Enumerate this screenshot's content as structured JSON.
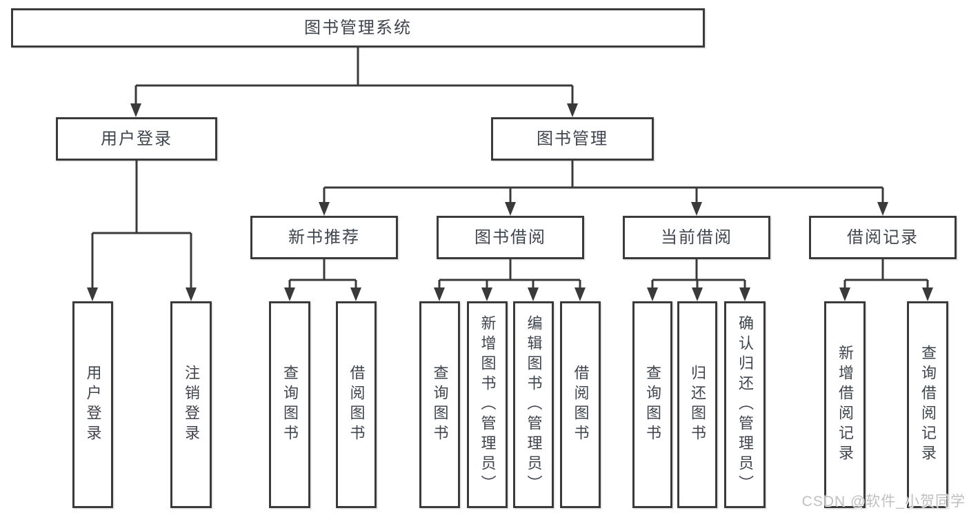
{
  "diagram": {
    "root": {
      "label": "图书管理系统",
      "children": [
        {
          "label": "用户登录",
          "children": [
            {
              "label": "用户登录"
            },
            {
              "label": "注销登录"
            }
          ]
        },
        {
          "label": "图书管理",
          "children": [
            {
              "label": "新书推荐",
              "children": [
                {
                  "label": "查询图书"
                },
                {
                  "label": "借阅图书"
                }
              ]
            },
            {
              "label": "图书借阅",
              "children": [
                {
                  "label": "查询图书"
                },
                {
                  "label": "新增图书（管理员）"
                },
                {
                  "label": "编辑图书（管理员）"
                },
                {
                  "label": "借阅图书"
                }
              ]
            },
            {
              "label": "当前借阅",
              "children": [
                {
                  "label": "查询图书"
                },
                {
                  "label": "归还图书"
                },
                {
                  "label": "确认归还（管理员）"
                }
              ]
            },
            {
              "label": "借阅记录",
              "children": [
                {
                  "label": "新增借阅记录"
                },
                {
                  "label": "查询借阅记录"
                }
              ]
            }
          ]
        }
      ]
    }
  },
  "watermark": {
    "text": "CSDN @软件_小贺同学"
  },
  "colors": {
    "line": "#3a3a3a",
    "text": "#3f454e",
    "background": "#ffffff"
  }
}
